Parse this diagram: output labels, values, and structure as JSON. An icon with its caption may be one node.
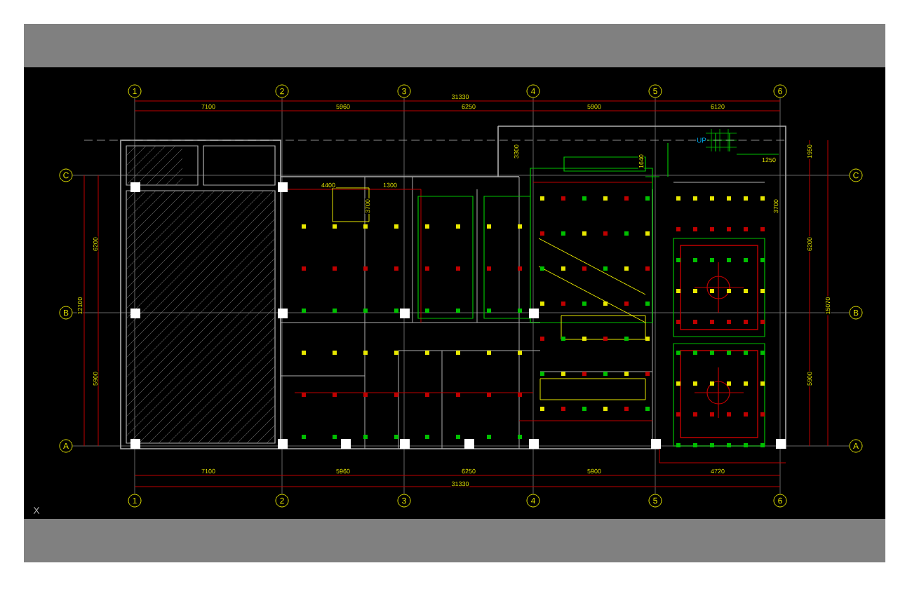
{
  "diagram": {
    "labels": [
      "1",
      "2",
      "3",
      "4",
      "5",
      "6",
      "31330",
      "7100",
      "5960",
      "6250",
      "5900",
      "6120",
      "3300",
      "UP",
      "1640",
      "1250",
      "4400",
      "1300",
      "3700",
      "3700",
      "C",
      "6200",
      "12100",
      "B",
      "5900",
      "A",
      "1950",
      "C",
      "6200",
      "15070",
      "B",
      "5900",
      "A",
      "7100",
      "5960",
      "6250",
      "5900",
      "4720",
      "31330",
      "1",
      "2",
      "3",
      "4",
      "5",
      "6",
      "X"
    ]
  }
}
